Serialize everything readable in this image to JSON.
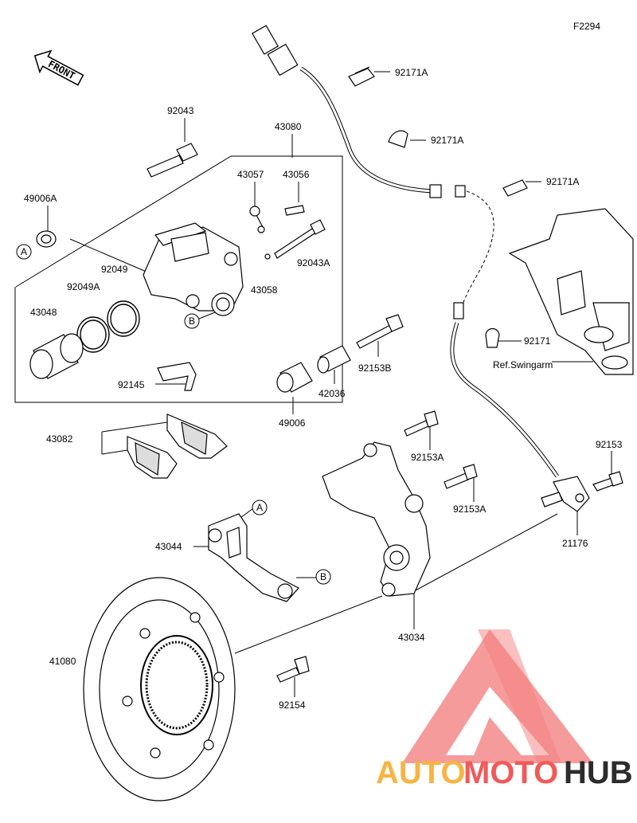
{
  "figure_code": "F2294",
  "front_label": "FRONT",
  "ref_label": "Ref.Swingarm",
  "callouts": {
    "a": "A",
    "b": "B"
  },
  "parts": {
    "p92171A_1": "92171A",
    "p92171A_2": "92171A",
    "p92171A_3": "92171A",
    "p92171": "92171",
    "p92043": "92043",
    "p43080": "43080",
    "p43057": "43057",
    "p43056": "43056",
    "p49006A": "49006A",
    "p92049": "92049",
    "p92049A": "92049A",
    "p43048": "43048",
    "p92043A": "92043A",
    "p43058": "43058",
    "p92153B": "92153B",
    "p42036": "42036",
    "p92145": "92145",
    "p49006": "49006",
    "p43082": "43082",
    "p92153A_1": "92153A",
    "p92153A_2": "92153A",
    "p92153": "92153",
    "p21176": "21176",
    "p43044": "43044",
    "p43034": "43034",
    "p41080": "41080",
    "p92154": "92154"
  },
  "watermark": {
    "auto": "AUTO",
    "moto": "MOTO",
    "hub": "HUB",
    "color_auto": "#f6b444",
    "color_moto": "#f05a5a",
    "color_hub": "#2c2c2c",
    "logo_color": "#f25a5a"
  }
}
